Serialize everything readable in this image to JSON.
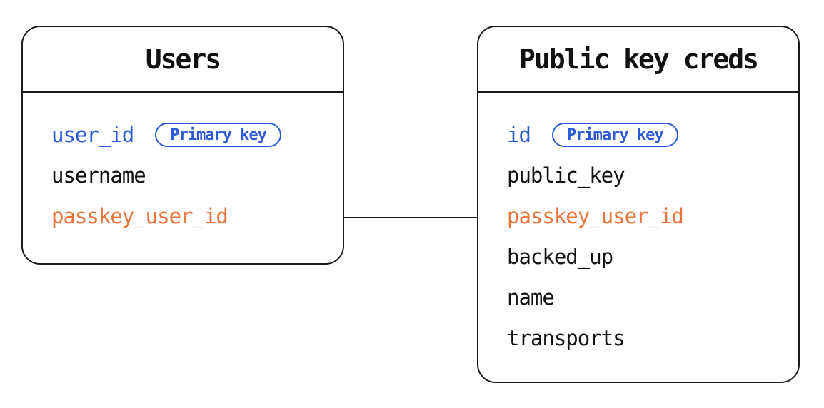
{
  "colors": {
    "blue": "#2d5bd7",
    "orange": "#ea7338",
    "line": "#1a1a1a",
    "background": "#ffffff"
  },
  "tables": [
    {
      "title": "Users",
      "fields": [
        {
          "name": "user_id",
          "color": "blue",
          "badge": "Primary key"
        },
        {
          "name": "username"
        },
        {
          "name": "passkey_user_id",
          "color": "orange"
        }
      ]
    },
    {
      "title": "Public key creds",
      "fields": [
        {
          "name": "id",
          "color": "blue",
          "badge": "Primary key"
        },
        {
          "name": "public_key"
        },
        {
          "name": "passkey_user_id",
          "color": "orange"
        },
        {
          "name": "backed_up"
        },
        {
          "name": "name"
        },
        {
          "name": "transports"
        }
      ]
    }
  ],
  "relationship": {
    "from": "Users.passkey_user_id",
    "to": "Public key creds.passkey_user_id"
  }
}
